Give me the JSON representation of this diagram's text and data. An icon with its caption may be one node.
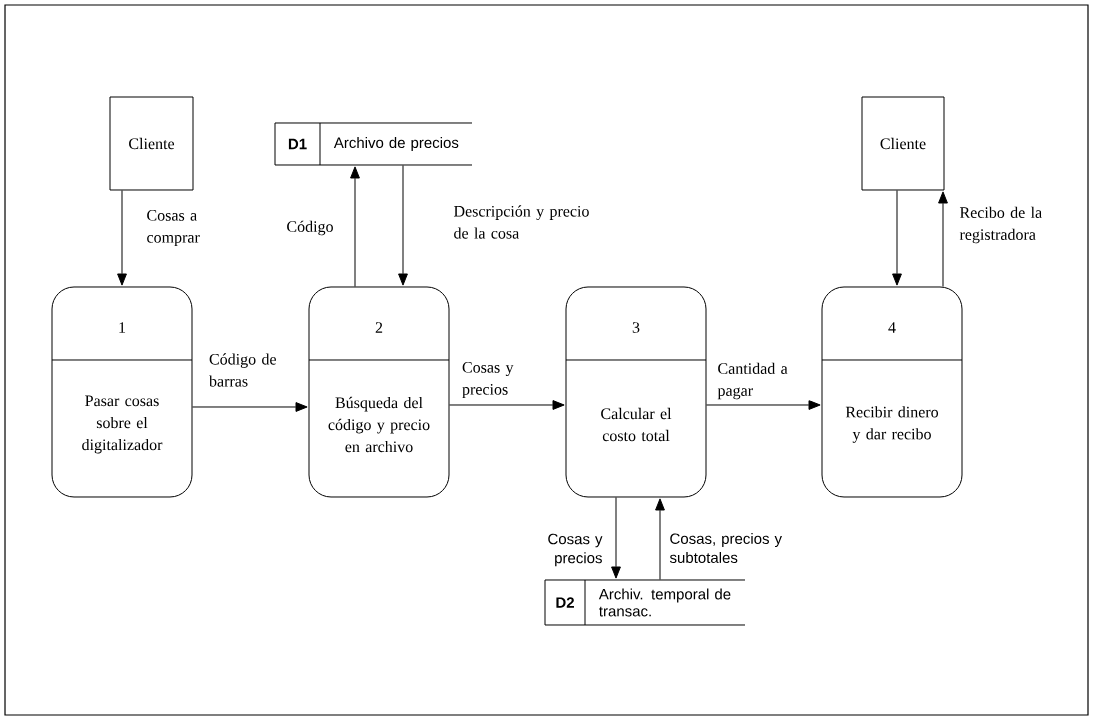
{
  "diagram": {
    "nodes": [
      {
        "text": [
          "Cliente"
        ]
      },
      {
        "text": [
          "D1",
          "Archivo de precios"
        ]
      },
      {
        "text": [
          "Cliente"
        ]
      },
      {
        "text": [
          "1",
          "Pasar cosas sobre el digitalizador"
        ]
      },
      {
        "text": [
          "2",
          "Búsqueda del código y precio en archivo"
        ]
      },
      {
        "text": [
          "3",
          "Calcular el costo total"
        ]
      },
      {
        "text": [
          "4",
          "Recibir dinero y dar recibo"
        ]
      },
      {
        "text": [
          "D2",
          "Archiv. temporal de transac."
        ]
      }
    ],
    "edges": [
      {
        "from": 0,
        "to": 3,
        "arrow": "to",
        "label": "Cosas a comprar"
      },
      {
        "from": 4,
        "to": 1,
        "arrow": "to",
        "label": "Código"
      },
      {
        "from": 1,
        "to": 4,
        "arrow": "to",
        "label": "Descripción y precio de la cosa"
      },
      {
        "from": 3,
        "to": 4,
        "arrow": "to",
        "label": "Código de barras"
      },
      {
        "from": 4,
        "to": 5,
        "arrow": "to",
        "label": "Cosas y precios"
      },
      {
        "from": 5,
        "to": 6,
        "arrow": "to",
        "label": "Cantidad a pagar"
      },
      {
        "from": 2,
        "to": 6,
        "arrow": "to"
      },
      {
        "from": 6,
        "to": 2,
        "arrow": "to",
        "label": "Recibo de la registradora"
      },
      {
        "from": 5,
        "to": 7,
        "arrow": "to",
        "label": "Cosas y precios"
      },
      {
        "from": 7,
        "to": 5,
        "arrow": "to",
        "label": "Cosas, precios y subtotales"
      }
    ]
  }
}
